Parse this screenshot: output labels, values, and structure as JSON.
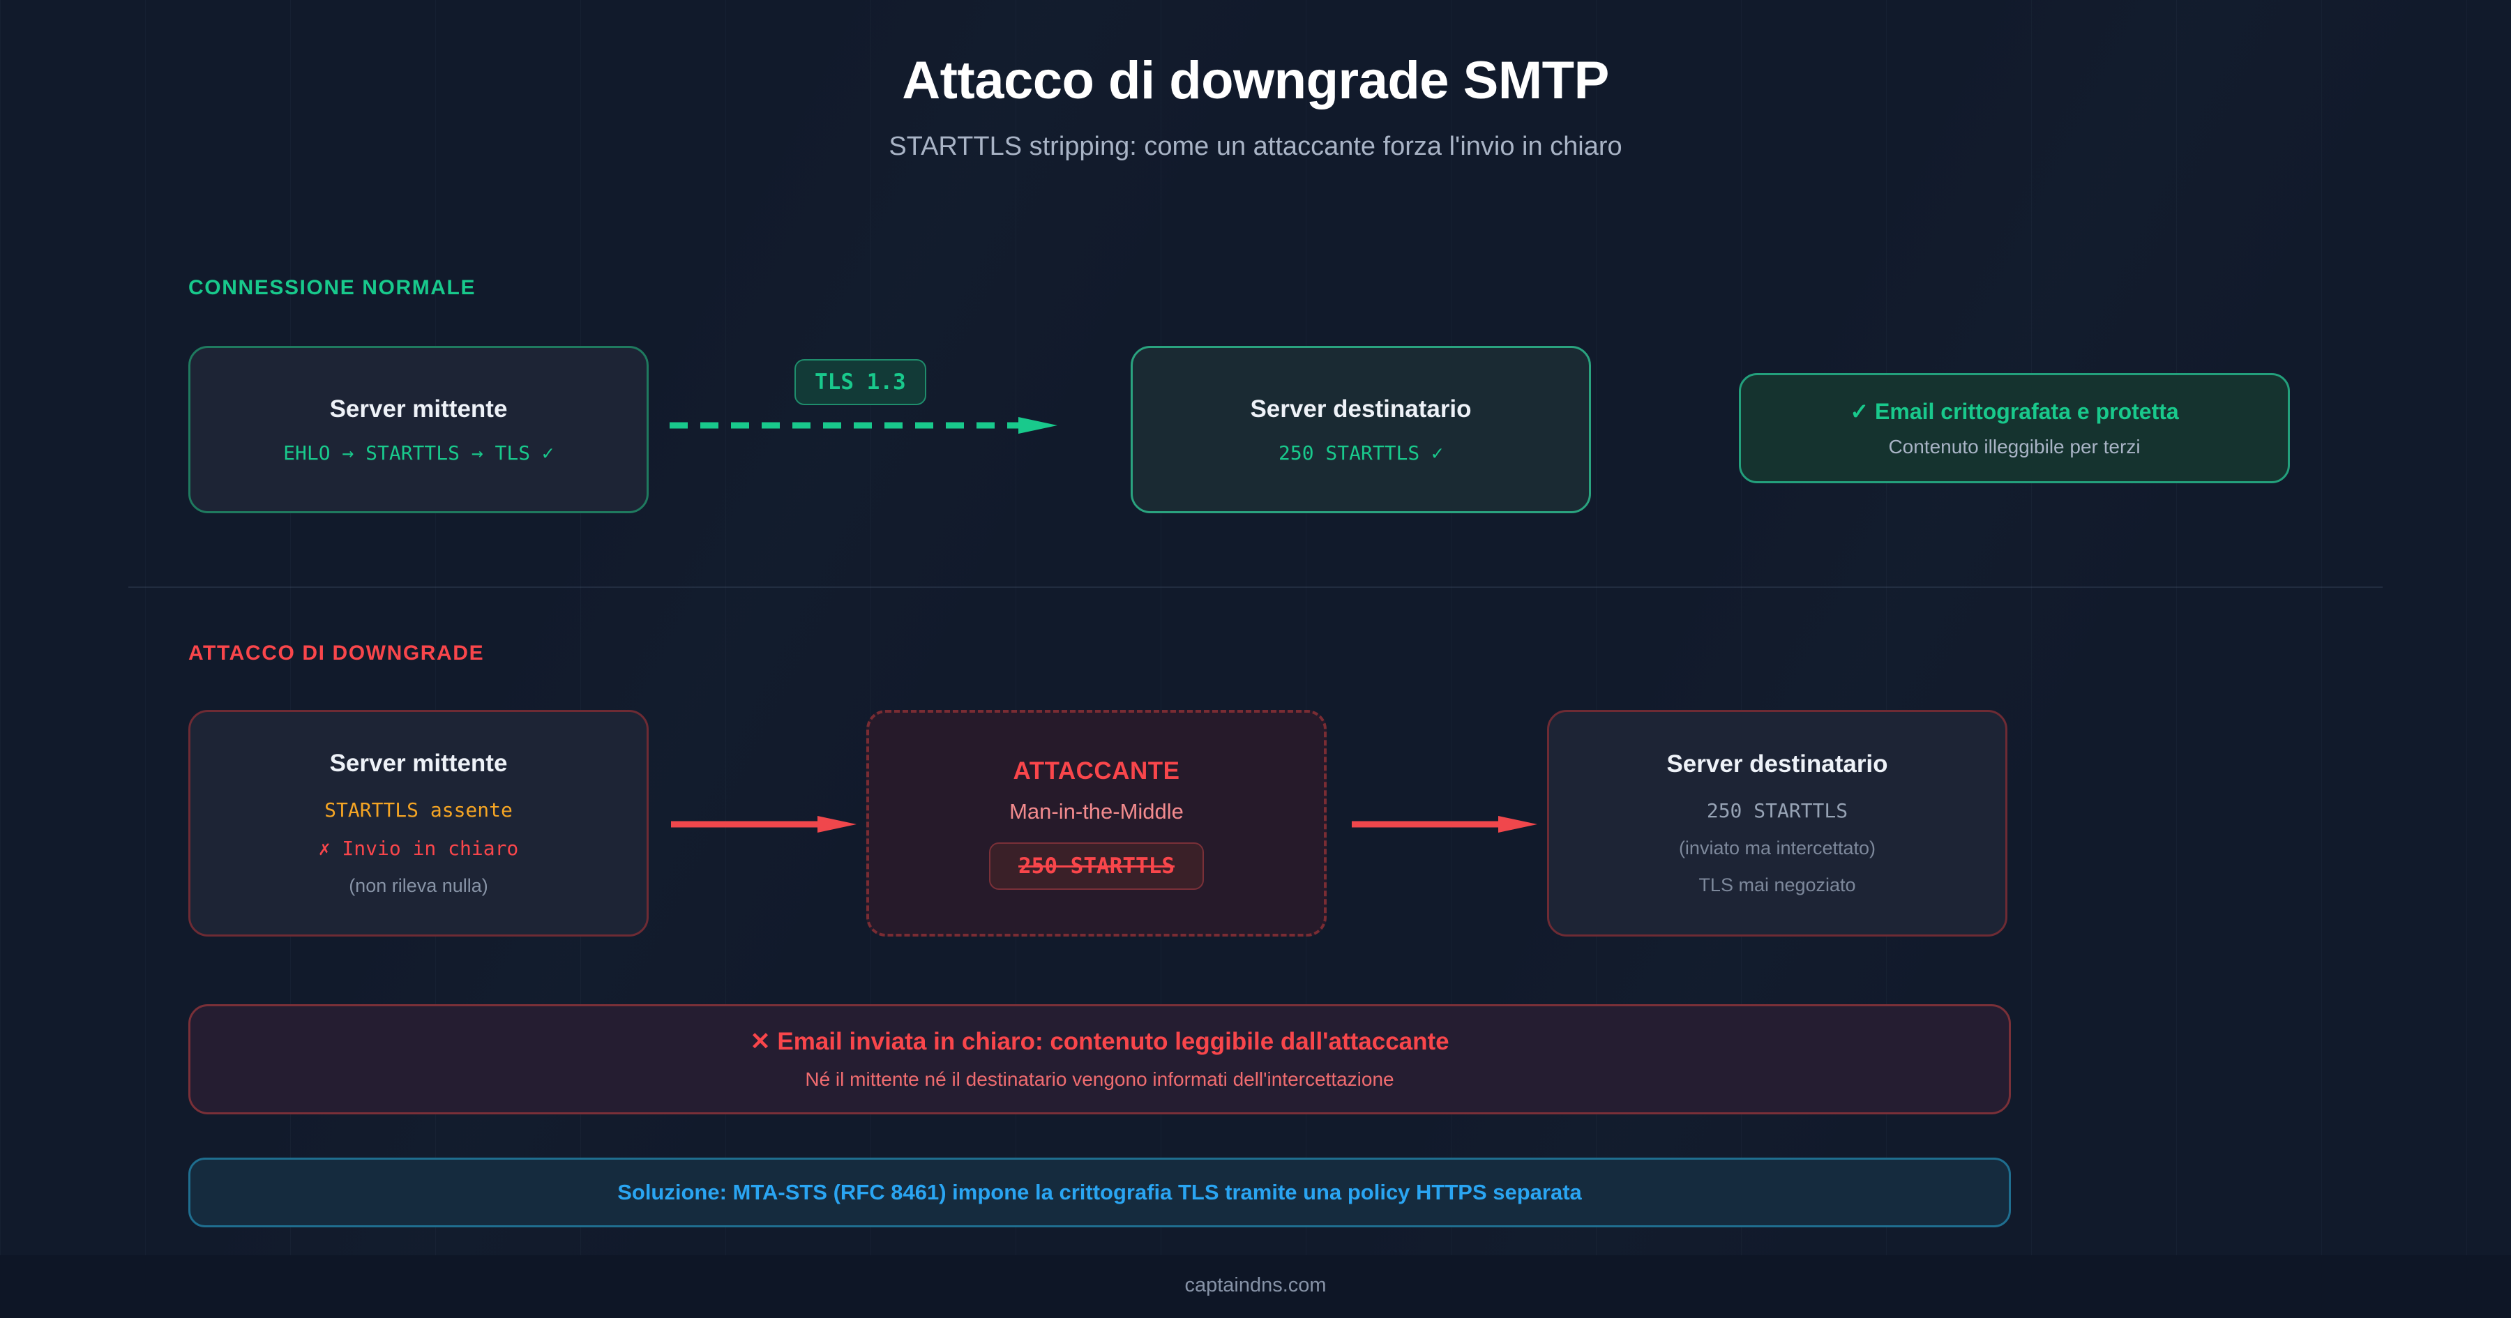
{
  "header": {
    "title": "Attacco di downgrade SMTP",
    "subtitle": "STARTTLS stripping: come un attaccante forza l'invio in chiaro"
  },
  "normal_section": {
    "label": "CONNESSIONE NORMALE",
    "sender": {
      "title": "Server mittente",
      "detail": "EHLO → STARTTLS → TLS ✓"
    },
    "link_badge": "TLS 1.3",
    "receiver": {
      "title": "Server destinatario",
      "detail": "250 STARTTLS ✓"
    },
    "success_card": {
      "headline": "✓ Email crittografata e protetta",
      "sub": "Contenuto illeggibile per terzi"
    }
  },
  "attack_section": {
    "label": "ATTACCO DI DOWNGRADE",
    "sender": {
      "title": "Server mittente",
      "line1": "STARTTLS assente",
      "line2": "✗ Invio in chiaro",
      "line3": "(non rileva nulla)"
    },
    "attacker": {
      "title": "ATTACCANTE",
      "sub": "Man-in-the-Middle",
      "stripped_command": "250 STARTTLS"
    },
    "receiver": {
      "title": "Server destinatario",
      "line1": "250 STARTTLS",
      "line2": "(inviato ma intercettato)",
      "line3": "TLS mai negoziato"
    },
    "warning": {
      "headline": "✕ Email inviata in chiaro: contenuto leggibile dall'attaccante",
      "sub": "Né il mittente né il destinatario vengono informati dell'intercettazione"
    },
    "solution": "Soluzione: MTA-STS (RFC 8461) impone la crittografia TLS tramite una policy HTTPS separata"
  },
  "footer": {
    "source": "captaindns.com"
  },
  "colors": {
    "background": "#111a2b",
    "success_green": "#19c98c",
    "danger_red": "#f9464b",
    "warning_amber": "#f5a524",
    "info_blue": "#2aa5f2",
    "text_primary": "#eef2f8",
    "text_muted": "#a9b4c6"
  }
}
